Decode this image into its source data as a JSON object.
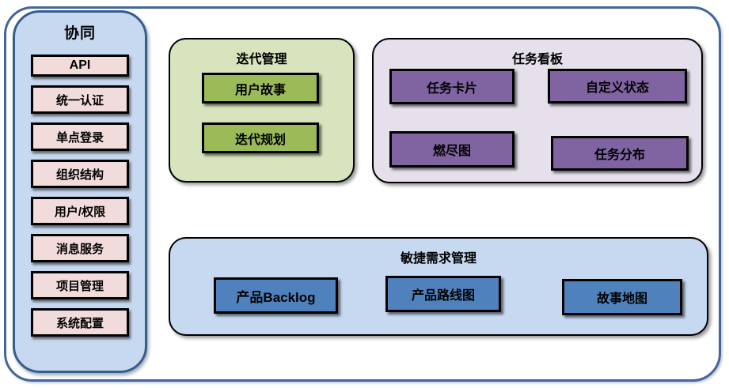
{
  "sidebar": {
    "title": "协同",
    "items": [
      "API",
      "统一认证",
      "单点登录",
      "组织结构",
      "用户/权限",
      "消息服务",
      "项目管理",
      "系统配置"
    ]
  },
  "panels": {
    "iteration": {
      "title": "迭代管理",
      "items": [
        "用户故事",
        "迭代规划"
      ]
    },
    "kanban": {
      "title": "任务看板",
      "items": [
        "任务卡片",
        "自定义状态",
        "燃尽图",
        "任务分布"
      ]
    },
    "agile": {
      "title": "敏捷需求管理",
      "items": [
        "产品Backlog",
        "产品路线图",
        "故事地图"
      ]
    }
  },
  "colors": {
    "frame_border": "#44669a",
    "sidebar_bg": "#c6d9f1",
    "sidebar_border": "#385d8a",
    "sidebar_item_bg": "#f2dcdb",
    "iteration_panel_bg": "#d7e4bd",
    "iteration_item_bg": "#9bbb59",
    "kanban_panel_bg": "#e6e0ec",
    "kanban_item_bg": "#8064a2",
    "agile_panel_bg": "#c6d9f1",
    "agile_item_bg": "#4f81bd",
    "item_border": "#000000"
  }
}
